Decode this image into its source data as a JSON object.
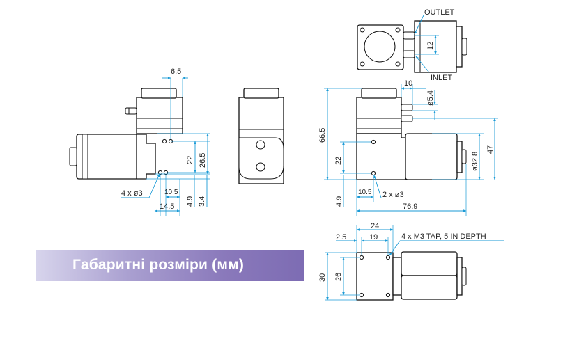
{
  "caption": "Габаритні розміри (мм)",
  "colors": {
    "dimension_line": "#1a9ad6",
    "outline": "#111111",
    "banner_start": "#d7d4ec",
    "banner_end": "#7d6cb3"
  },
  "left_view": {
    "d_6_5": "6.5",
    "d_22": "22",
    "d_26_5": "26.5",
    "d_4_9": "4.9",
    "d_3_4": "3.4",
    "d_10_5": "10.5",
    "d_14_5": "14.5",
    "holes": "4 x ø3"
  },
  "top_view": {
    "outlet": "OUTLET",
    "inlet": "INLET",
    "d_12": "12"
  },
  "side_view": {
    "d_10": "10",
    "d_5_4": "ø5.4",
    "d_66_5": "66.5",
    "d_22": "22",
    "d_4_9": "4.9",
    "d_10_5": "10.5",
    "holes": "2 x ø3",
    "d_32_8": "ø32.8",
    "d_47": "47",
    "d_76_9": "76.9"
  },
  "bottom_view": {
    "d_24": "24",
    "d_2_5": "2.5",
    "d_19": "19",
    "taps": "4 x M3 TAP, 5 IN DEPTH",
    "d_30": "30",
    "d_26": "26"
  }
}
